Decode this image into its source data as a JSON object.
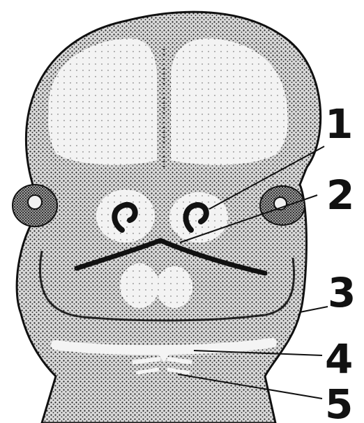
{
  "labels": [
    {
      "id": "1",
      "text": "1"
    },
    {
      "id": "2",
      "text": "2"
    },
    {
      "id": "3",
      "text": "3"
    },
    {
      "id": "4",
      "text": "4"
    },
    {
      "id": "5",
      "text": "5"
    }
  ],
  "colors": {
    "ink": "#111111",
    "stipple": "#2a2a2a",
    "paper": "#ffffff",
    "light_region": "#f2f2f2"
  }
}
